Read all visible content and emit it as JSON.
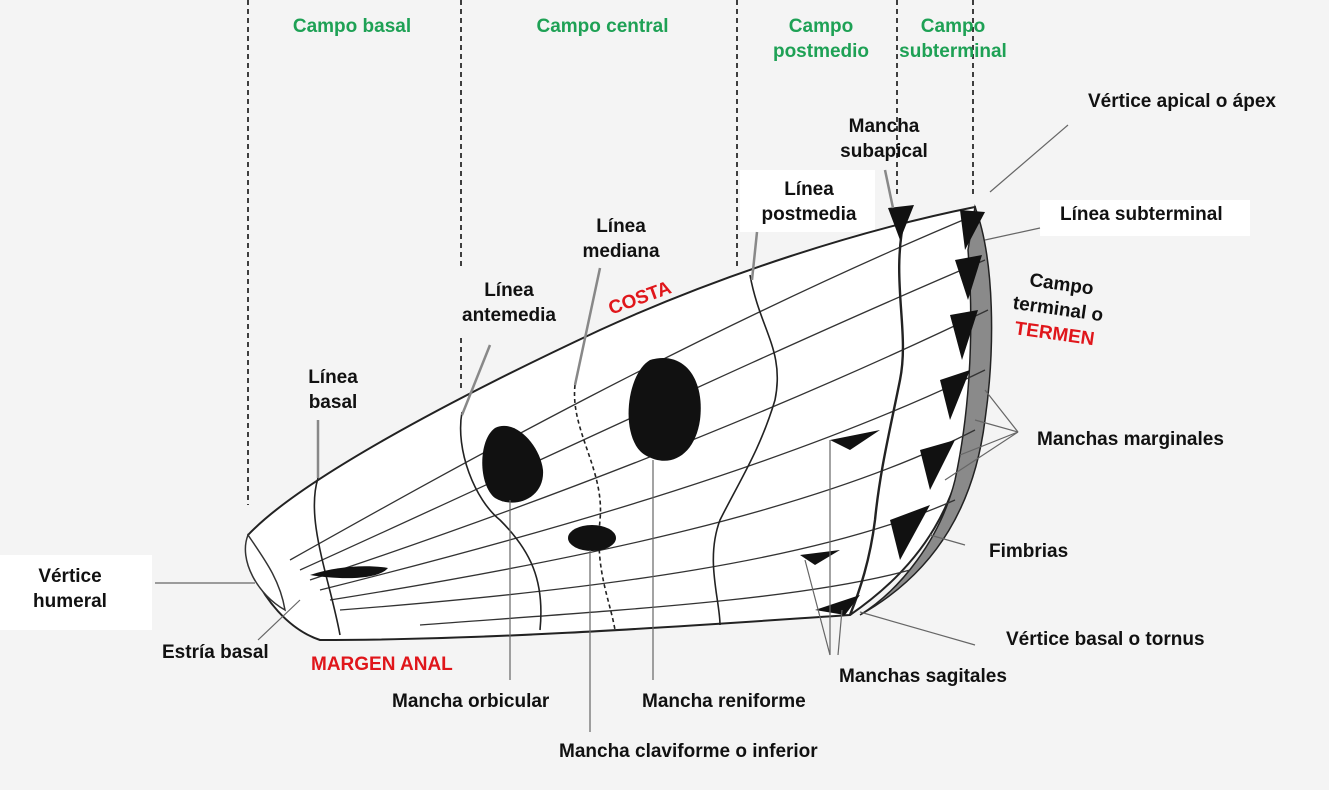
{
  "fields": {
    "basal": "Campo basal",
    "central": "Campo central",
    "postmedio": [
      "Campo",
      "postmedio"
    ],
    "subterminal": [
      "Campo",
      "subterminal"
    ],
    "terminal": [
      "Campo",
      "terminal o",
      "TERMEN"
    ]
  },
  "lines": {
    "basal": [
      "Línea",
      "basal"
    ],
    "antemedia": [
      "Línea",
      "antemedia"
    ],
    "mediana": [
      "Línea",
      "mediana"
    ],
    "postmedia": [
      "Línea",
      "postmedia"
    ],
    "subterminal": "Línea subterminal"
  },
  "margins": {
    "costa": "COSTA",
    "anal": "MARGEN ANAL"
  },
  "vertices": {
    "apical": "Vértice apical o ápex",
    "humeral": [
      "Vértice",
      "humeral"
    ],
    "tornus": "Vértice basal o tornus"
  },
  "spots": {
    "subapical": [
      "Mancha",
      "subapical"
    ],
    "marginales": "Manchas marginales",
    "sagitales": "Manchas sagitales",
    "orbicular": "Mancha orbicular",
    "reniforme": "Mancha reniforme",
    "claviforme": "Mancha claviforme o inferior"
  },
  "other": {
    "fimbrias": "Fimbrias",
    "estria": "Estría basal"
  },
  "colors": {
    "field_label": "#1ea155",
    "margin_label": "#e0161b",
    "ink": "#111111"
  }
}
